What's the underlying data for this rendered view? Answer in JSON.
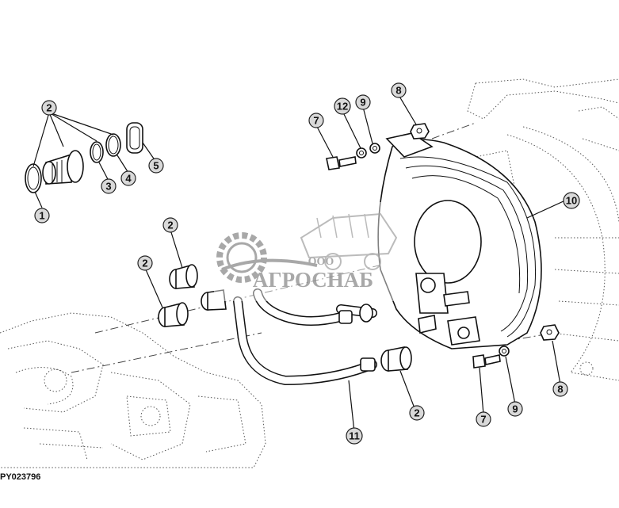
{
  "figure_id": "PY023796",
  "watermark": {
    "top": "ООО",
    "main": "АГРОСНАБ"
  },
  "callouts": [
    {
      "id": "c-2a",
      "label": "2"
    },
    {
      "id": "c-1",
      "label": "1"
    },
    {
      "id": "c-3",
      "label": "3"
    },
    {
      "id": "c-4",
      "label": "4"
    },
    {
      "id": "c-5",
      "label": "5"
    },
    {
      "id": "c-2b",
      "label": "2"
    },
    {
      "id": "c-2c",
      "label": "2"
    },
    {
      "id": "c-7a",
      "label": "7"
    },
    {
      "id": "c-12",
      "label": "12"
    },
    {
      "id": "c-9a",
      "label": "9"
    },
    {
      "id": "c-8a",
      "label": "8"
    },
    {
      "id": "c-10",
      "label": "10"
    },
    {
      "id": "c-2d",
      "label": "2"
    },
    {
      "id": "c-11",
      "label": "11"
    },
    {
      "id": "c-7b",
      "label": "7"
    },
    {
      "id": "c-9b",
      "label": "9"
    },
    {
      "id": "c-8b",
      "label": "8"
    }
  ]
}
